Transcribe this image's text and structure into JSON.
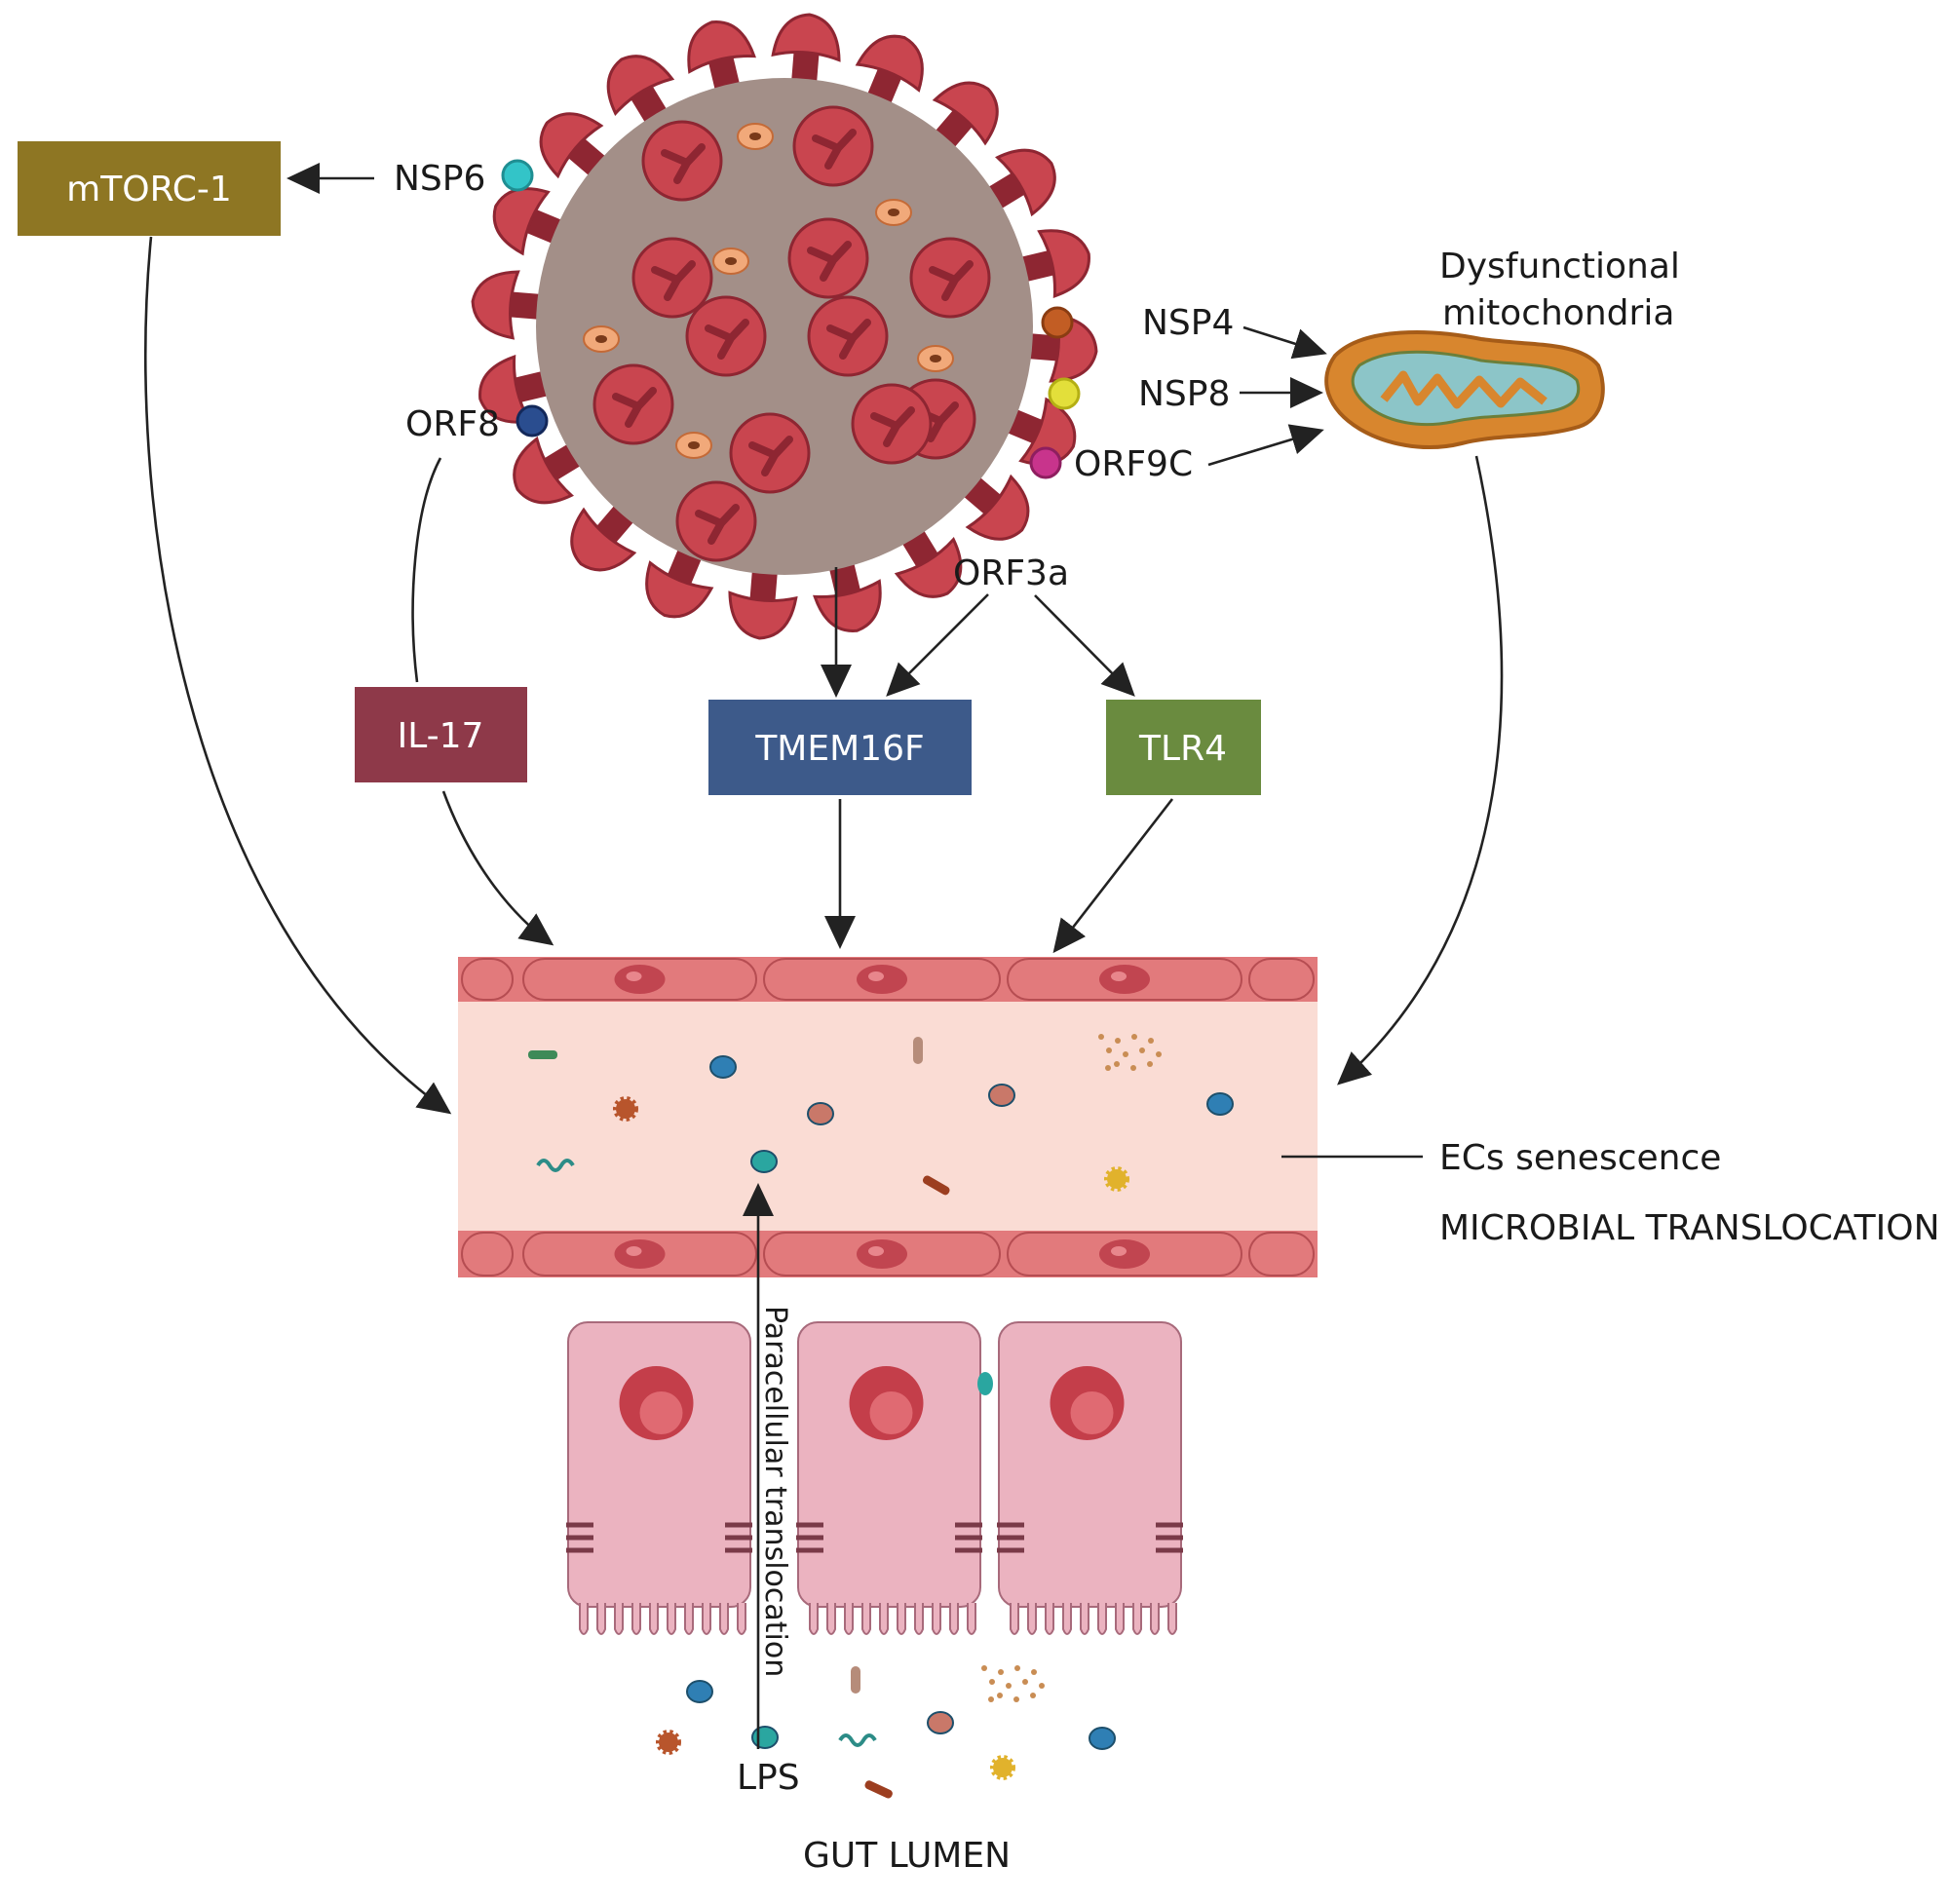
{
  "colors": {
    "virus_body": "#a38f88",
    "spike": "#c9454f",
    "spike_dark": "#8e2632",
    "mtorc": "#8e7623",
    "il17": "#8e3949",
    "tmem": "#3d5a8a",
    "tlr4": "#6a8b3f",
    "endothelium": "#e27a7c",
    "lumen_fill": "#fadcd4",
    "epithelium": "#ebb3c0",
    "mito_outer": "#d8862e",
    "mito_inner": "#8cc5c8"
  },
  "boxes": {
    "mtorc1": "mTORC-1",
    "il17": "IL-17",
    "tmem16f": "TMEM16F",
    "tlr4": "TLR4"
  },
  "proteins": {
    "nsp6": "NSP6",
    "nsp4": "NSP4",
    "nsp8": "NSP8",
    "orf9c": "ORF9C",
    "orf8": "ORF8",
    "orf3a": "ORF3a"
  },
  "protein_colors": {
    "nsp6": "#33c4c8",
    "nsp4": "#c25d24",
    "nsp8": "#e3df3a",
    "orf9c": "#c8348c",
    "orf8": "#2a4d8f"
  },
  "mito": {
    "line1": "Dysfunctional",
    "line2": "mitochondria"
  },
  "vessel": {
    "senescence": "ECs senescence",
    "translocation": "MICROBIAL TRANSLOCATION"
  },
  "gut": {
    "paracellular": "Paracellular translocation",
    "lps": "LPS",
    "lumen": "GUT LUMEN"
  }
}
